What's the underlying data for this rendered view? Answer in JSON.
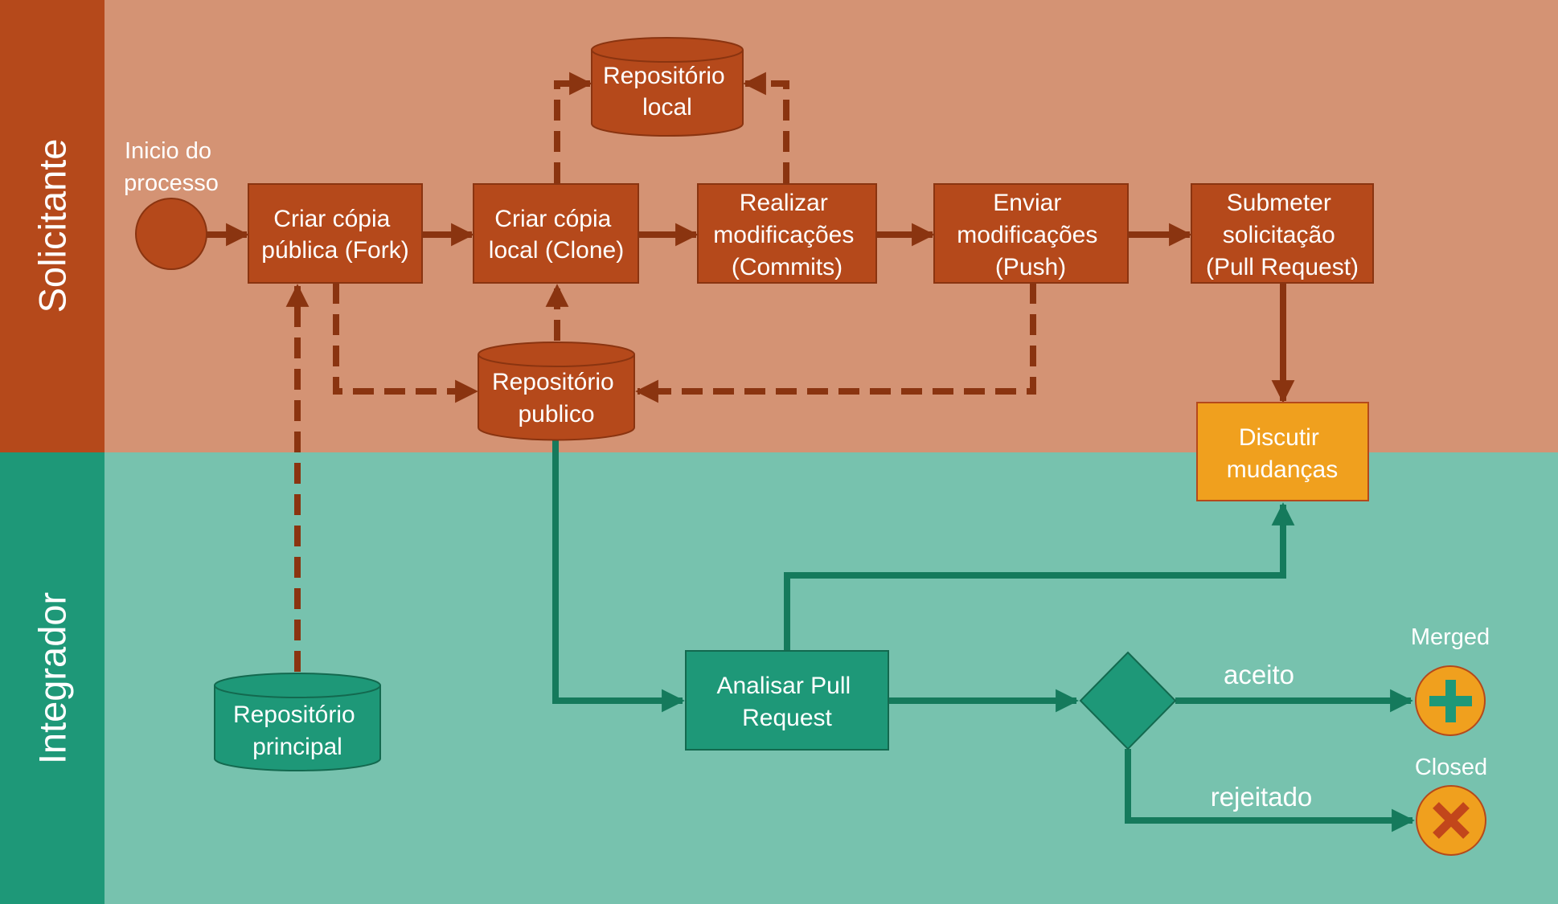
{
  "colors": {
    "lane_top_bg": "#d49374",
    "lane_top_band": "#b5491b",
    "lane_bottom_bg": "#77c2ae",
    "lane_bottom_band": "#1e9878",
    "task_orange": "#b5491b",
    "task_orange_border": "#8a3410",
    "task_yellow": "#f0a01e",
    "task_green": "#1e9878",
    "task_green_border": "#13694f",
    "arrow_brown": "#8a3410",
    "arrow_green": "#157a5c",
    "end_fill": "#f0a01e",
    "plus_mark": "#1e9878",
    "x_mark": "#c2461b",
    "caption_light": "#ffffff"
  },
  "lanes": {
    "top": "Solicitante",
    "bottom": "Integrador"
  },
  "start": {
    "caption": [
      "Inicio do",
      "processo"
    ]
  },
  "tasks": {
    "fork": [
      "Criar cópia",
      "pública (Fork)"
    ],
    "clone": [
      "Criar cópia",
      "local (Clone)"
    ],
    "commits": [
      "Realizar",
      "modificações",
      "(Commits)"
    ],
    "push": [
      "Enviar",
      "modificações",
      "(Push)"
    ],
    "pull_request": [
      "Submeter",
      "solicitação",
      "(Pull Request)"
    ],
    "discuss": [
      "Discutir",
      "mudanças"
    ],
    "analyze": [
      "Analisar Pull",
      "Request"
    ]
  },
  "repositories": {
    "local": [
      "Repositório",
      "local"
    ],
    "public": [
      "Repositório",
      "publico"
    ],
    "main": [
      "Repositório",
      "principal"
    ]
  },
  "gateway": {
    "accepted_label": "aceito",
    "rejected_label": "rejeitado"
  },
  "ends": {
    "merged": {
      "caption": "Merged",
      "icon": "plus-icon"
    },
    "closed": {
      "caption": "Closed",
      "icon": "x-icon"
    }
  }
}
